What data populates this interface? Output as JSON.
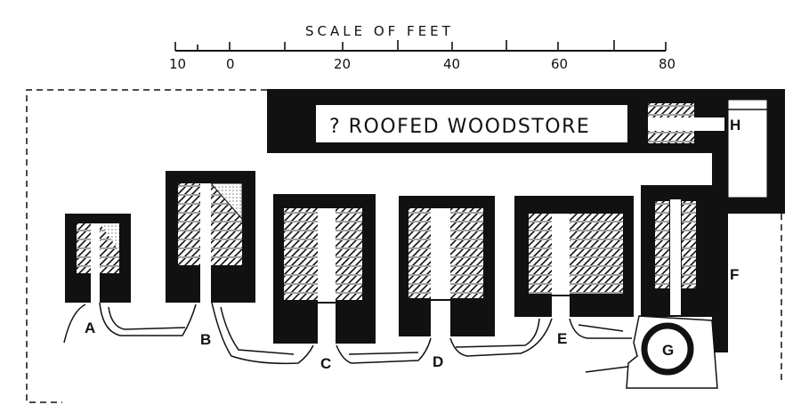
{
  "scale": {
    "title": "SCALE OF FEET",
    "tick_labels": [
      "10",
      "0",
      "20",
      "40",
      "60",
      "80"
    ]
  },
  "woodstore_label": "? ROOFED WOODSTORE",
  "labels": {
    "a": "A",
    "b": "B",
    "c": "C",
    "d": "D",
    "e": "E",
    "f": "F",
    "g": "G",
    "h": "H"
  },
  "colors": {
    "ink": "#111111",
    "paper": "#ffffff"
  }
}
